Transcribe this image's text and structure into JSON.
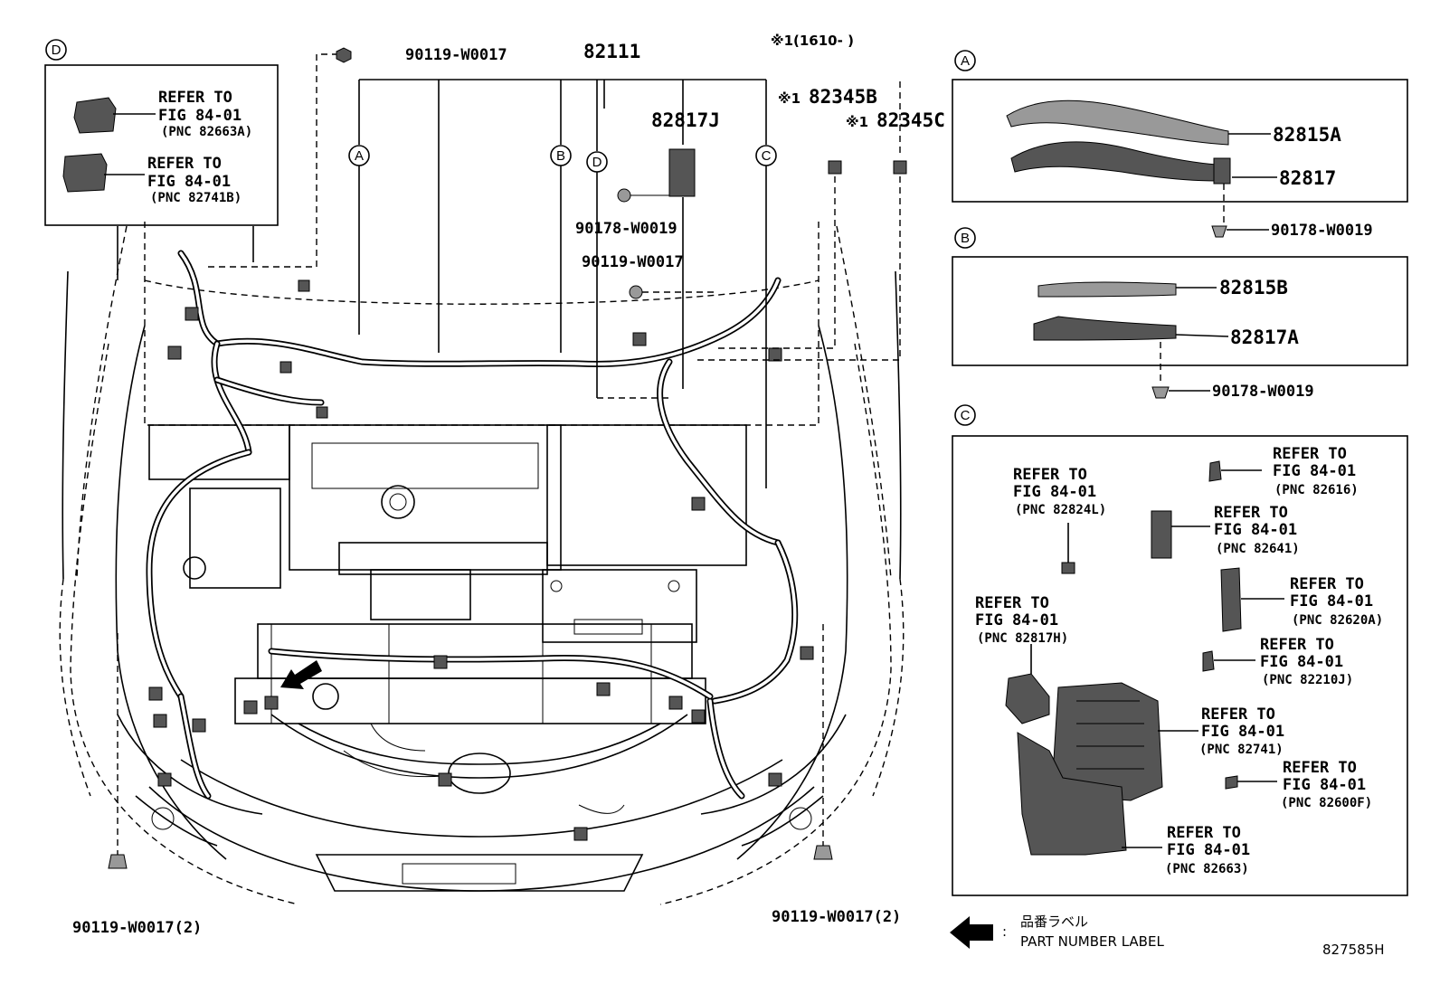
{
  "callouts": {
    "p82111": "82111",
    "p90119_top": "90119-W0017",
    "p82817J": "82817J",
    "p82345B": "82345B",
    "p82345C": "82345C",
    "mark_note": "※1(1610-     )",
    "mark1": "※1",
    "mark2": "※1",
    "p90178_center": "90178-W0019",
    "p90119_center": "90119-W0017",
    "p90119_left_bottom": "90119-W0017(2)",
    "p90119_right_bottom": "90119-W0017(2)"
  },
  "circle_labels": {
    "A": "A",
    "B": "B",
    "C": "C",
    "D": "D"
  },
  "inset_d": {
    "ref1_line1": "REFER TO",
    "ref1_line2": "FIG 84-01",
    "ref1_line3": "(PNC 82663A)",
    "ref2_line1": "REFER TO",
    "ref2_line2": "FIG 84-01",
    "ref2_line3": "(PNC 82741B)"
  },
  "panel_a": {
    "p1": "82815A",
    "p2": "82817",
    "p3": "90178-W0019"
  },
  "panel_b": {
    "p1": "82815B",
    "p2": "82817A",
    "p3": "90178-W0019"
  },
  "panel_c": {
    "r1": [
      "REFER TO",
      "FIG 84-01",
      "(PNC 82824L)"
    ],
    "r2": [
      "REFER TO",
      "FIG 84-01",
      "(PNC 82616)"
    ],
    "r3": [
      "REFER TO",
      "FIG 84-01",
      "(PNC 82641)"
    ],
    "r4": [
      "REFER TO",
      "FIG 84-01",
      "(PNC 82620A)"
    ],
    "r5": [
      "REFER TO",
      "FIG 84-01",
      "(PNC 82817H)"
    ],
    "r6": [
      "REFER TO",
      "FIG 84-01",
      "(PNC 82210J)"
    ],
    "r7": [
      "REFER TO",
      "FIG 84-01",
      "(PNC 82741)"
    ],
    "r8": [
      "REFER TO",
      "FIG 84-01",
      "(PNC 82600F)"
    ],
    "r9": [
      "REFER TO",
      "FIG 84-01",
      "(PNC 82663)"
    ]
  },
  "legend": {
    "jp": "品番ラベル",
    "en": "PART NUMBER LABEL",
    "colon": ":"
  },
  "diagram_id": "827585H"
}
